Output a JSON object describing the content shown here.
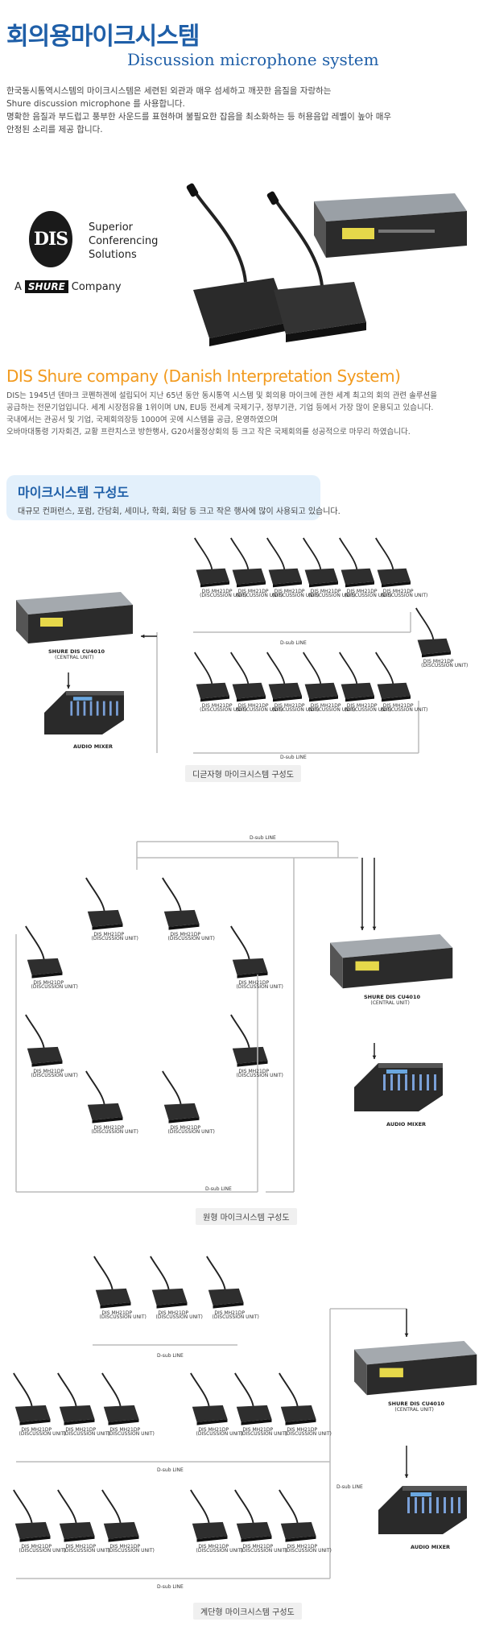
{
  "header": {
    "title_kr": "회의용마이크시스템",
    "title_en": "Discussion microphone system"
  },
  "intro": {
    "line1": "한국동시통역시스템의 마이크시스템은 세련된 외관과 매우 섬세하고 깨끗한 음질을 자랑하는",
    "line2": "Shure discussion microphone 를 사용합니다.",
    "line3": "명확한 음질과 부드럽고 풍부한 사운드를 표현하며 불필요한 잡음을 최소화하는 등 허용음압 레벨이 높아 매우",
    "line4": "안정된 소리를 제공 합니다."
  },
  "logo": {
    "mark": "DIS",
    "tag1": "Superior",
    "tag2": "Conferencing",
    "tag3": "Solutions",
    "company_a": "A",
    "shure": "SHURE",
    "company": "Company"
  },
  "dis_section": {
    "heading": "DIS  Shure company (Danish Interpretation System)",
    "p1": "DIS는 1945년 덴마크 코펜하겐에 설립되어 지난 65년 동안 동시통역 시스템 및 회의용 마이크에 관한 세계 최고의 회의 관련 솔루션을",
    "p2": "공급하는 전문기업입니다. 세계 시장점유율 1위이며 UN, EU등 전세계 국제기구, 정부기관, 기업 등에서 가장 많이 운용되고 있습니다.",
    "p3": "국내에서는 관공서 및 기업, 국제회의장등 1000여 곳에 시스템을 공급, 운영하였으며",
    "p4": "오바마대통령 기자회견, 교황 프란치스코 방한행사, G20서울정상회의 등 크고 작은 국제회의를 성공적으로 마무리 하였습니다."
  },
  "config": {
    "title": "마이크시스템 구성도",
    "subtitle": "대규모 컨퍼런스, 포럼, 간담회, 세미나, 학회, 회담 등 크고 작은 행사에 많이 사용되고 있습니다."
  },
  "labels": {
    "mic": "DIS MH21DP",
    "mic_sub": "(DISCUSSION UNIT)",
    "central": "SHURE DIS CU4010",
    "central_sub": "(CENTRAL UNIT)",
    "mixer": "AUDIO MIXER",
    "dsub": "D-sub LINE"
  },
  "captions": {
    "d1": "디귿자형 마이크시스템 구성도",
    "d2": "원형 마이크시스템 구성도",
    "d3": "계단형 마이크시스템 구성도"
  },
  "colors": {
    "title_blue": "#1f5fa8",
    "accent_orange": "#f29a1e",
    "box_blue": "#e3f0fb"
  }
}
